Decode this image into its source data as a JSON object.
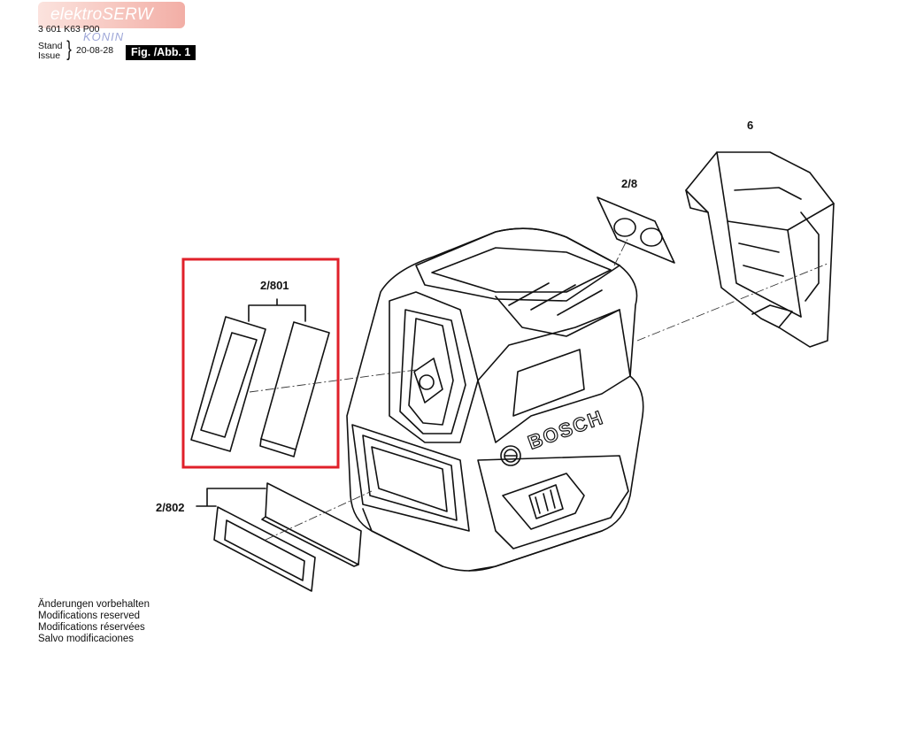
{
  "watermark": {
    "brand": "elektroSERW",
    "city": "KONIN"
  },
  "header": {
    "part_number": "3 601 K63 P00",
    "stand_label": "Stand",
    "issue_label": "Issue",
    "date": "20-08-28",
    "figure": "Fig. /Abb. 1"
  },
  "parts": {
    "label_6": "6",
    "label_2_8": "2/8",
    "label_2_801": "2/801",
    "label_2_802": "2/802"
  },
  "device": {
    "logo_text": "BOSCH"
  },
  "highlight": {
    "color": "#e0202a"
  },
  "notes": [
    "Änderungen vorbehalten",
    "Modifications reserved",
    "Modifications réservées",
    "Salvo modificaciones"
  ]
}
